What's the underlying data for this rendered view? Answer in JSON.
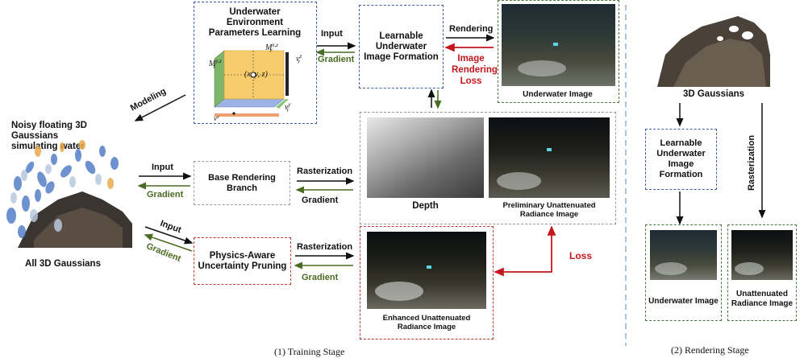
{
  "training": {
    "uwe_box": "Underwater Environment Parameters Learning",
    "luif_box": "Learnable Underwater Image Formation",
    "base_box": "Base Rendering Branch",
    "pap_box": "Physics-Aware Uncertainty Pruning",
    "noisy_label": "Noisy floating 3D Gaussians simulating water",
    "all_gaussians_label": "All 3D Gaussians",
    "modeling": "Modeling",
    "input": "Input",
    "gradient": "Gradient",
    "rendering": "Rendering",
    "rasterization": "Rasterization",
    "image_rendering_loss": "Image Rendering Loss",
    "loss": "Loss",
    "underwater_image": "Underwater Image",
    "depth": "Depth",
    "preliminary": "Preliminary Unattenuated Radiance Image",
    "enhanced": "Enhanced Unattenuated Radiance Image",
    "cube": {
      "m_yz": "M",
      "m_yz_sup": "y,z",
      "m_yz_sub": "r",
      "m_xz": "M",
      "m_xz_sup": "x,z",
      "m_xz_sub": "r",
      "point": "(x, y, z)",
      "v_z": "v",
      "v_z_sup": "z",
      "v_z_sub": "r",
      "v_y": "v",
      "v_y_sup": "y",
      "v_y_sub": "r",
      "v_x": "v",
      "v_x_sup": "x",
      "v_x_sub": "r"
    },
    "caption": "(1) Training Stage"
  },
  "rendering_stage": {
    "gaussians": "3D Gaussians",
    "luif_box": "Learnable Underwater Image Formation",
    "rasterization": "Rasterization",
    "underwater_image": "Underwater Image",
    "unattenuated": "Unattenuated Radiance Image",
    "caption": "(2) Rendering Stage"
  },
  "colors": {
    "blue": "#3a5fa8",
    "green": "#4a6b22",
    "red": "#c4161c",
    "grey": "#9a9a9a",
    "separator": "#a9c3dd"
  }
}
